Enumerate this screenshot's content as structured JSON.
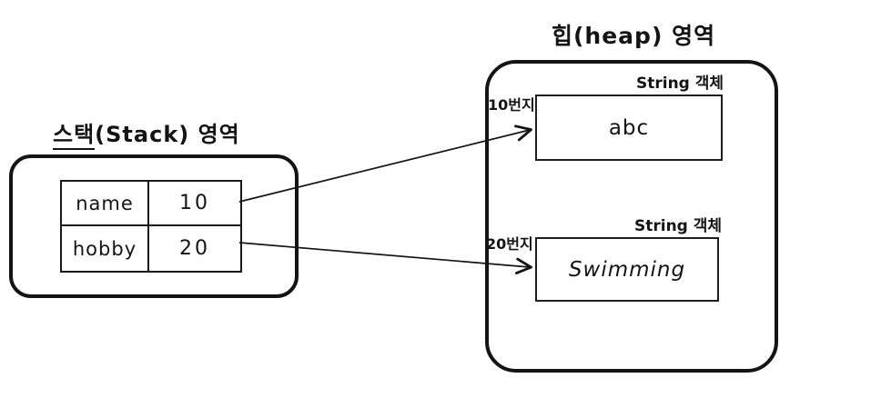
{
  "stack": {
    "title_underlined": "스택",
    "title_rest": "(Stack) 영역",
    "table": {
      "rows": [
        {
          "key": "name",
          "value": "10"
        },
        {
          "key": "hobby",
          "value": "20"
        }
      ]
    }
  },
  "heap": {
    "title": "힙(heap) 영역",
    "objects": [
      {
        "type_label": "String 객체",
        "address": "10번지",
        "value": "abc"
      },
      {
        "type_label": "String 객체",
        "address": "20번지",
        "value": "Swimming"
      }
    ]
  },
  "colors": {
    "ink": "#141414",
    "background": "#ffffff"
  }
}
